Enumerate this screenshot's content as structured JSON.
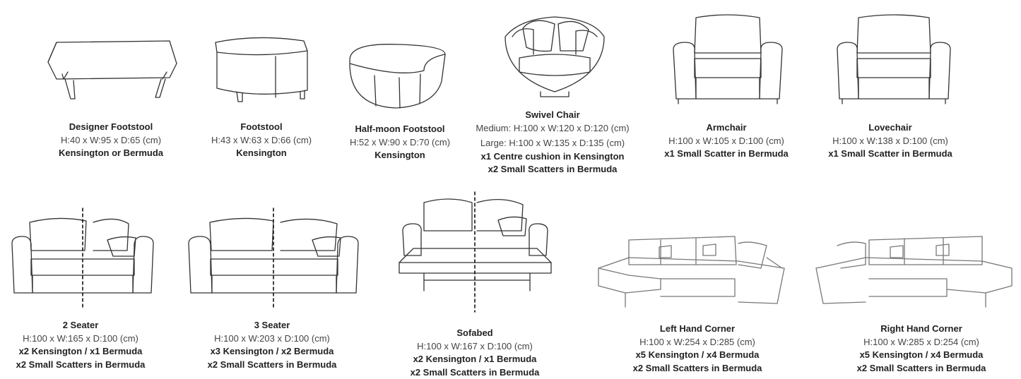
{
  "products": [
    {
      "title": "Designer Footstool",
      "lines": [
        "H:40 x W:95 x D:65 (cm)"
      ],
      "bold": [
        "Kensington or Bermuda"
      ]
    },
    {
      "title": "Footstool",
      "lines": [
        "H:43 x W:63 x D:66 (cm)"
      ],
      "bold": [
        "Kensington"
      ]
    },
    {
      "title": "Half-moon Footstool",
      "lines": [
        "H:52 x W:90 x D:70 (cm)"
      ],
      "bold": [
        "Kensington"
      ]
    },
    {
      "title": "Swivel Chair",
      "lines": [
        "Medium: H:100 x W:120 x D:120 (cm)",
        "Large: H:100 x W:135 x D:135 (cm)"
      ],
      "bold": [
        "x1 Centre cushion in Kensington",
        "x2 Small Scatters in Bermuda"
      ]
    },
    {
      "title": "Armchair",
      "lines": [
        "H:100 x W:105 x D:100 (cm)"
      ],
      "bold": [
        "x1 Small Scatter in Bermuda"
      ]
    },
    {
      "title": "Lovechair",
      "lines": [
        "H:100 x W:138 x D:100 (cm)"
      ],
      "bold": [
        "x1 Small Scatter in Bermuda"
      ]
    },
    {
      "title": "2 Seater",
      "lines": [
        "H:100 x W:165 x D:100 (cm)"
      ],
      "bold": [
        "x2 Kensington / x1 Bermuda",
        "x2 Small Scatters in Bermuda"
      ]
    },
    {
      "title": "3 Seater",
      "lines": [
        "H:100 x W:203 x D:100 (cm)"
      ],
      "bold": [
        "x3 Kensington / x2 Bermuda",
        "x2 Small Scatters in Bermuda"
      ]
    },
    {
      "title": "Sofabed",
      "lines": [
        "H:100 x W:167 x D:100 (cm)"
      ],
      "bold": [
        "x2 Kensington / x1 Bermuda",
        "x2 Small Scatters in Bermuda"
      ]
    },
    {
      "title": "Left Hand Corner",
      "lines": [
        "H:100 x W:254 x D:285 (cm)"
      ],
      "bold": [
        "x5 Kensington / x4 Bermuda",
        "x2 Small Scatters in Bermuda"
      ]
    },
    {
      "title": "Right Hand Corner",
      "lines": [
        "H:100 x W:285 x D:254 (cm)"
      ],
      "bold": [
        "x5 Kensington / x4 Bermuda",
        "x2 Small Scatters in Bermuda"
      ]
    }
  ]
}
